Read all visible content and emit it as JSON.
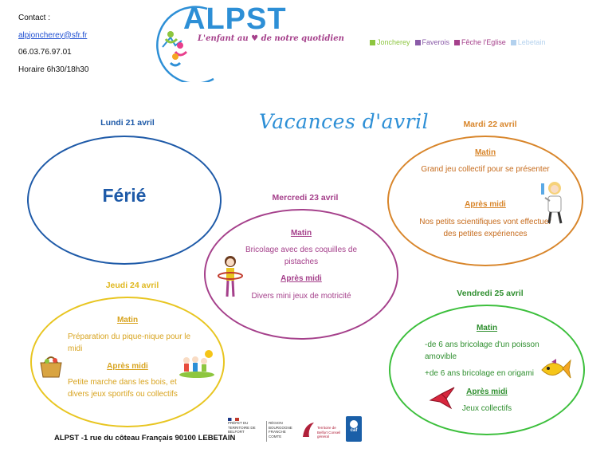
{
  "contact": {
    "heading": "Contact :",
    "email": "alpjoncherey@sfr.fr",
    "phone": "06.03.76.97.01",
    "hours": "Horaire 6h30/18h30"
  },
  "logo": {
    "name": "ALPST",
    "tagline_part1": "L'enfant au",
    "tagline_part2": "de notre quotidien"
  },
  "legend": [
    {
      "label": "Joncherey",
      "color": "#8dc63f"
    },
    {
      "label": "Faverois",
      "color": "#8a5ba8"
    },
    {
      "label": "Fêche l'Eglise",
      "color": "#a5408b"
    },
    {
      "label": "Lebetain",
      "color": "#b3d1ee"
    }
  ],
  "title": "Vacances d'avril",
  "days": {
    "monday": {
      "title": "Lundi 21 avril",
      "content": "Férié",
      "color": "#1e5aa8"
    },
    "tuesday": {
      "title": "Mardi 22 avril",
      "color": "#d8852a",
      "text_color": "#c66b1c",
      "morning_label": "Matin",
      "morning": "Grand jeu collectif pour se présenter",
      "afternoon_label": "Après midi",
      "afternoon": "Nos petits scientifiques vont effectuer des petites expériences"
    },
    "wednesday": {
      "title": "Mercredi 23 avril",
      "color": "#a5408b",
      "morning_label": "Matin",
      "morning": "Bricolage avec des coquilles de pistaches",
      "afternoon_label": "Après midi",
      "afternoon": "Divers mini jeux de motricité"
    },
    "thursday": {
      "title": "Jeudi 24 avril",
      "color": "#e8c520",
      "text_color": "#d8a420",
      "morning_label": "Matin",
      "morning": "Préparation du pique-nique pour le midi",
      "afternoon_label": "Après midi",
      "afternoon": "Petite marche dans les bois, et divers jeux sportifs ou collectifs"
    },
    "friday": {
      "title": "Vendredi 25 avril",
      "color": "#3cbf3c",
      "text_color": "#2f8f2f",
      "morning_label": "Matin",
      "morning_1": "-de 6 ans bricolage d'un poisson amovible",
      "morning_2": "+de 6 ans bricolage en origami",
      "afternoon_label": "Après midi",
      "afternoon": "Jeux collectifs"
    }
  },
  "footer": {
    "address": "ALPST -1 rue du côteau Français 90100 LEBETAIN"
  },
  "partners": {
    "prefet": "PRÉFET DU TERRITOIRE DE BELFORT",
    "region": "RÉGION BOURGOGNE FRANCHE COMTE",
    "departement": "Territoire de Belfort Conseil général",
    "caf": "caf"
  }
}
